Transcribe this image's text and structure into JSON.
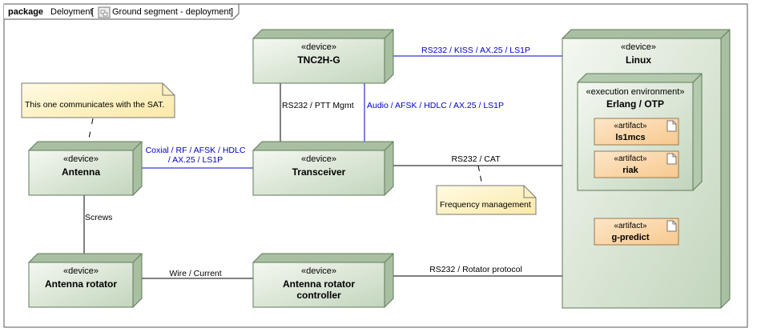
{
  "frame": {
    "keyword": "package",
    "name": "Deloyment",
    "bracket_open": "[",
    "diagram_name": "Ground segment - deployment",
    "bracket_close": "]"
  },
  "nodes": {
    "tnc": {
      "stereotype": "«device»",
      "name": "TNC2H-G"
    },
    "antenna": {
      "stereotype": "«device»",
      "name": "Antenna"
    },
    "transceiver": {
      "stereotype": "«device»",
      "name": "Transceiver"
    },
    "rotator": {
      "stereotype": "«device»",
      "name": "Antenna rotator"
    },
    "rotator_controller": {
      "stereotype": "«device»",
      "name_line1": "Antenna rotator",
      "name_line2": "controller"
    },
    "linux": {
      "stereotype": "«device»",
      "name": "Linux"
    },
    "erlang": {
      "stereotype": "«execution environment»",
      "name": "Erlang / OTP"
    }
  },
  "artifacts": {
    "ls1mcs": {
      "stereotype": "«artifact»",
      "name": "ls1mcs"
    },
    "riak": {
      "stereotype": "«artifact»",
      "name": "riak"
    },
    "gpredict": {
      "stereotype": "«artifact»",
      "name": "g-predict"
    }
  },
  "notes": {
    "sat": "This one communicates with the SAT.",
    "freq": "Frequency management"
  },
  "links": {
    "tnc_linux": "RS232 / KISS / AX.25 / LS1P",
    "tnc_trx_ptt": "RS232 / PTT Mgmt",
    "tnc_trx_audio": "Audio / AFSK / HDLC / AX.25 / LS1P",
    "ant_trx_line1": "Coxial / RF / AFSK / HDLC",
    "ant_trx_line2": "/ AX.25 / LS1P",
    "trx_linux": "RS232 / CAT",
    "ant_rot": "Screws",
    "rot_ctrl": "Wire / Current",
    "ctrl_linux": "RS232 / Rotator protocol"
  },
  "colors": {
    "node_fill_light": "#e9f0e4",
    "node_fill_dark": "#b9cdb2",
    "node_stroke": "#5f7a5a",
    "artifact_fill": "#fbd7a9",
    "note_fill": "#fff4c2",
    "link_blue": "#0000c8"
  }
}
